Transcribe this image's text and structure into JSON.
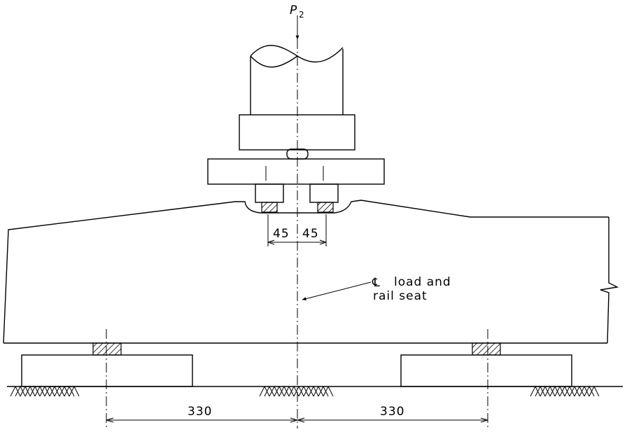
{
  "labels": {
    "load_symbol": "P",
    "load_subscript": "2",
    "centerline_symbol": "℄",
    "centerline_line1": "load and",
    "centerline_line2": "rail seat"
  },
  "dimensions": {
    "left_pad_offset": "45",
    "right_pad_offset": "45",
    "left_support_span": "330",
    "right_support_span": "330"
  }
}
